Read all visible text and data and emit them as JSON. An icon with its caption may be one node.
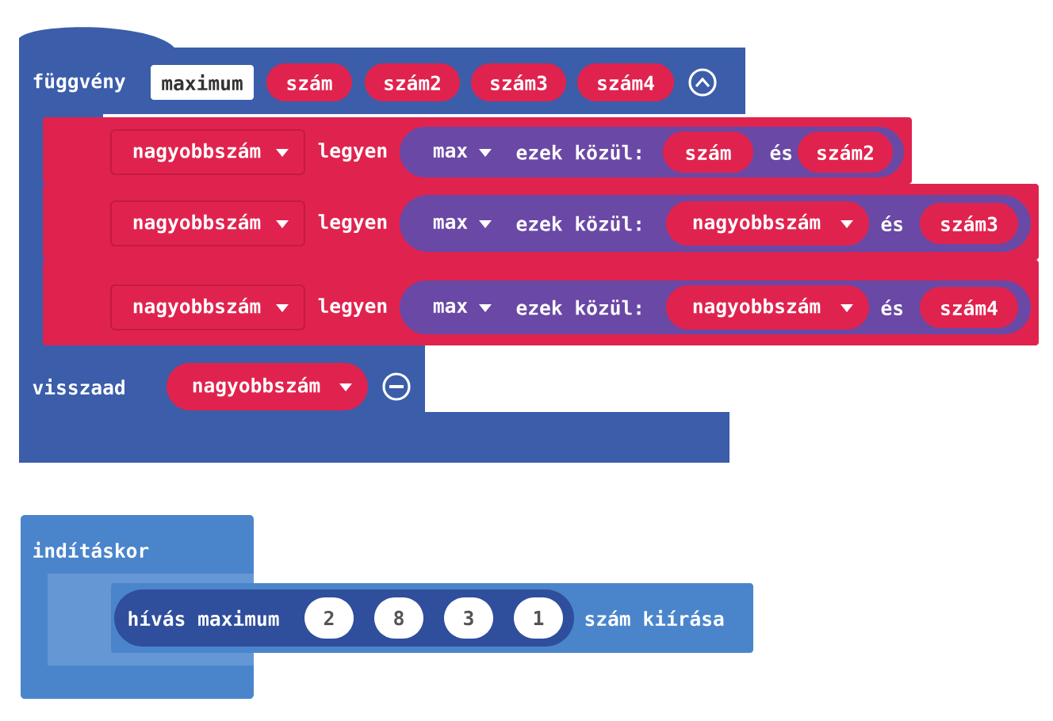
{
  "diagram": {
    "nodes": [
      {
        "text": [
          "függvény",
          "visszaad"
        ]
      },
      {
        "text": [
          "maximum"
        ],
        "in": 0
      },
      {
        "text": [
          "szám"
        ],
        "in": 0
      },
      {
        "text": [
          "szám2"
        ],
        "in": 0
      },
      {
        "text": [
          "szám3"
        ],
        "in": 0
      },
      {
        "text": [
          "szám4"
        ],
        "in": 0
      },
      {
        "text": [
          "legyen"
        ]
      },
      {
        "text": [
          "nagyobbszám"
        ],
        "in": 6
      },
      {
        "text": [
          "ezek közül:",
          "és"
        ],
        "in": 6
      },
      {
        "text": [
          "max"
        ],
        "in": 8
      },
      {
        "text": [
          "szám"
        ],
        "in": 8
      },
      {
        "text": [
          "szám2"
        ],
        "in": 8
      },
      {
        "text": [
          "legyen"
        ]
      },
      {
        "text": [
          "nagyobbszám"
        ],
        "in": 12
      },
      {
        "text": [
          "ezek közül:",
          "és"
        ],
        "in": 12
      },
      {
        "text": [
          "max"
        ],
        "in": 14
      },
      {
        "text": [
          "nagyobbszám"
        ],
        "in": 14
      },
      {
        "text": [
          "szám3"
        ],
        "in": 14
      },
      {
        "text": [
          "legyen"
        ]
      },
      {
        "text": [
          "nagyobbszám"
        ],
        "in": 18
      },
      {
        "text": [
          "ezek közül:",
          "és"
        ],
        "in": 18
      },
      {
        "text": [
          "max"
        ],
        "in": 20
      },
      {
        "text": [
          "nagyobbszám"
        ],
        "in": 20
      },
      {
        "text": [
          "szám4"
        ],
        "in": 20
      },
      {
        "text": [
          "nagyobbszám"
        ],
        "in": 0
      },
      {
        "text": [
          "indításkor"
        ]
      },
      {
        "text": [
          "szám kiírása"
        ]
      },
      {
        "text": [
          "hívás maximum"
        ],
        "in": 26
      },
      {
        "text": [
          "2"
        ],
        "in": 27
      },
      {
        "text": [
          "8"
        ],
        "in": 27
      },
      {
        "text": [
          "3"
        ],
        "in": 27
      },
      {
        "text": [
          "1"
        ],
        "in": 27
      }
    ]
  }
}
